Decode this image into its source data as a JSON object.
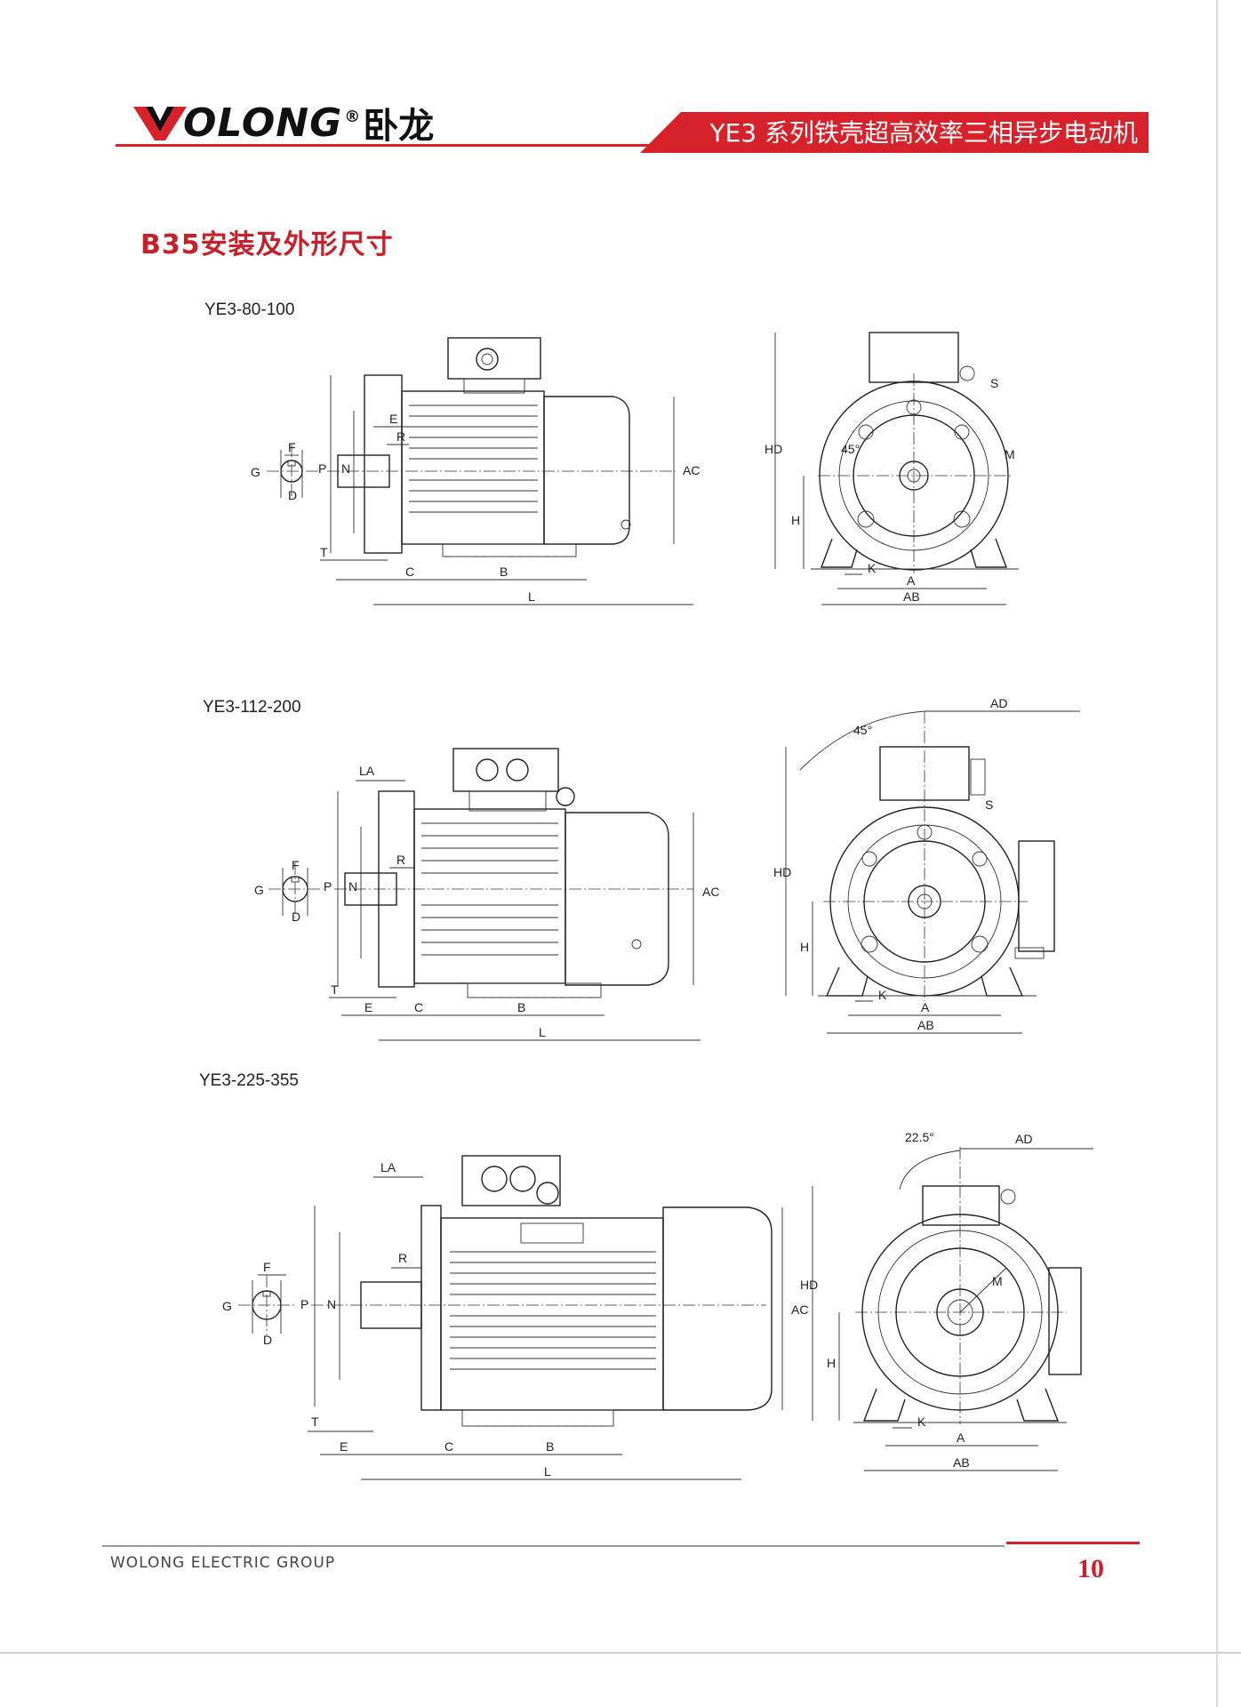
{
  "header": {
    "brand_name": "OLONG",
    "brand_registered": "®",
    "brand_chinese": "卧龙",
    "banner_title": "YE3 系列铁壳超高效率三相异步电动机"
  },
  "section_title": "B35安装及外形尺寸",
  "drawings": [
    {
      "model": "YE3-80-100",
      "side_labels": {
        "F": "F",
        "G": "G",
        "D": "D",
        "P": "P",
        "N": "N",
        "E": "E",
        "R": "R",
        "T": "T",
        "C": "C",
        "B": "B",
        "L": "L",
        "AC": "AC"
      },
      "front_labels": {
        "HD": "HD",
        "H": "H",
        "S": "S",
        "M": "M",
        "K": "K",
        "A": "A",
        "AB": "AB",
        "angle": "45°"
      }
    },
    {
      "model": "YE3-112-200",
      "side_labels": {
        "LA": "LA",
        "F": "F",
        "G": "G",
        "D": "D",
        "P": "P",
        "N": "N",
        "R": "R",
        "T": "T",
        "E": "E",
        "C": "C",
        "B": "B",
        "L": "L",
        "AC": "AC"
      },
      "front_labels": {
        "AD": "AD",
        "angle": "45°",
        "HD": "HD",
        "H": "H",
        "S": "S",
        "K": "K",
        "A": "A",
        "AB": "AB"
      }
    },
    {
      "model": "YE3-225-355",
      "side_labels": {
        "LA": "LA",
        "F": "F",
        "G": "G",
        "D": "D",
        "P": "P",
        "N": "N",
        "R": "R",
        "T": "T",
        "E": "E",
        "C": "C",
        "B": "B",
        "L": "L",
        "AC": "AC"
      },
      "front_labels": {
        "angle": "22.5°",
        "AD": "AD",
        "HD": "HD",
        "H": "H",
        "M": "M",
        "K": "K",
        "A": "A",
        "AB": "AB"
      }
    }
  ],
  "footer": {
    "company": "WOLONG ELECTRIC GROUP",
    "page_number": "10"
  }
}
